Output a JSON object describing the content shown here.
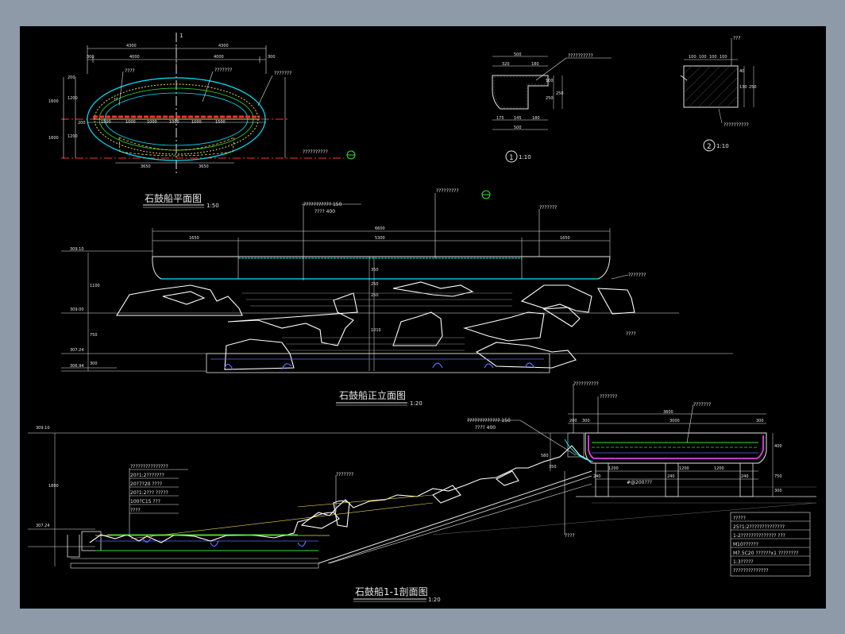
{
  "app": {
    "background": "#8e9aa8",
    "canvas_background": "#000000"
  },
  "colors": {
    "dim": "#e6e6e6",
    "water": "#00e6ff",
    "rock": "#ffffff",
    "accent_red": "#ff3030",
    "accent_green": "#34e034",
    "accent_yellow": "#e8d84a",
    "accent_magenta": "#e040e0",
    "accent_blue": "#5a6cff"
  },
  "plan": {
    "title": "石鼓船平面图",
    "scale": "1:50",
    "section_mark": "1",
    "dims_top": [
      "4300",
      "4300"
    ],
    "dims_mid": [
      "300",
      "4000",
      "4000",
      "300"
    ],
    "dims_inner": [
      "1500",
      "1000",
      "1000",
      "1000",
      "1000",
      "1500"
    ],
    "dims_left": [
      "200",
      "1200",
      "1200",
      "200"
    ],
    "dims_left_outer": [
      "1600",
      "1600"
    ],
    "dims_bottom": [
      "3650",
      "3650"
    ],
    "label_a": "????",
    "label_b": "???????",
    "label_c": "???????",
    "label_d": "??",
    "label_e": "??????????"
  },
  "detail1": {
    "scale": "1:10",
    "number": "1",
    "label": "??????????",
    "dims_top": [
      "500",
      "320",
      "180"
    ],
    "dims_bottom": [
      "175",
      "145",
      "180",
      "500"
    ],
    "dims_side": [
      "100",
      "250",
      "250"
    ]
  },
  "detail2": {
    "scale": "1:10",
    "number": "2",
    "label_top": "???",
    "label_bottom": "??????????",
    "dims_top": [
      "100",
      "100",
      "100",
      "100"
    ],
    "dims_side": [
      "40",
      "130",
      "250"
    ]
  },
  "elevation": {
    "title": "石鼓船正立面图",
    "scale": "1:20",
    "label_a": "???????????  150",
    "label_a2": "????  400",
    "label_b": "?????????",
    "label_c": "???????",
    "label_d": "???????",
    "label_e": "????",
    "dims_top": [
      "6600"
    ],
    "dims_mid": [
      "1650",
      "5300",
      "1650"
    ],
    "levels": [
      "309.10",
      "309.00",
      "307.24",
      "306.94"
    ],
    "dims_left": [
      "1100",
      "750",
      "300"
    ],
    "dims_center": [
      "350",
      "250",
      "250",
      "1010"
    ]
  },
  "section": {
    "title": "石鼓船1-1剖面图",
    "scale": "1:20",
    "levels": [
      "309.10",
      "307.24"
    ],
    "label_a": "?????????????  150",
    "label_a2": "????  400",
    "label_b": "??????????",
    "label_c": "???????",
    "label_d": "???????",
    "label_e": "???????",
    "label_f": "????",
    "label_g": "#@200???",
    "dims_top": [
      "300",
      "3600",
      "300"
    ],
    "dims_top2": [
      "200",
      "300",
      "3000"
    ],
    "dims_mid": [
      "1200",
      "1200",
      "1200"
    ],
    "dims_mid2": [
      "240",
      "240",
      "240"
    ],
    "dims_side": [
      "1800",
      "580",
      "350",
      "400",
      "750",
      "300"
    ],
    "layers": [
      "???????????????",
      "20?1:2???????",
      "20?7?20  ????",
      "20?1:2???  ?????",
      "100?C15  ???",
      "????"
    ],
    "notes": [
      "?????",
      "25?1:2??????????????",
      "1-2??????????????  ???",
      "M10??????",
      "M7.5C20  ??????x1  ????????",
      "1:3?????",
      "??????????????"
    ]
  }
}
